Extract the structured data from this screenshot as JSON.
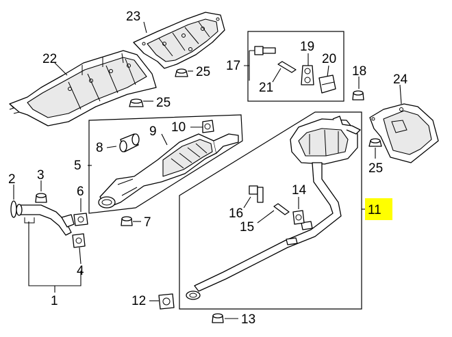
{
  "callouts": {
    "c1": "1",
    "c2": "2",
    "c3": "3",
    "c4": "4",
    "c5": "5",
    "c6": "6",
    "c7": "7",
    "c8": "8",
    "c9": "9",
    "c10": "10",
    "c11": "11",
    "c12": "12",
    "c13": "13",
    "c14": "14",
    "c15": "15",
    "c16": "16",
    "c17": "17",
    "c18": "18",
    "c19": "19",
    "c20": "20",
    "c21": "21",
    "c22": "22",
    "c23": "23",
    "c24": "24",
    "c25a": "25",
    "c25b": "25",
    "c25c": "25"
  },
  "highlighted_callout": "11",
  "colors": {
    "highlight": "#ffff00",
    "line": "#000000",
    "background": "#ffffff"
  }
}
